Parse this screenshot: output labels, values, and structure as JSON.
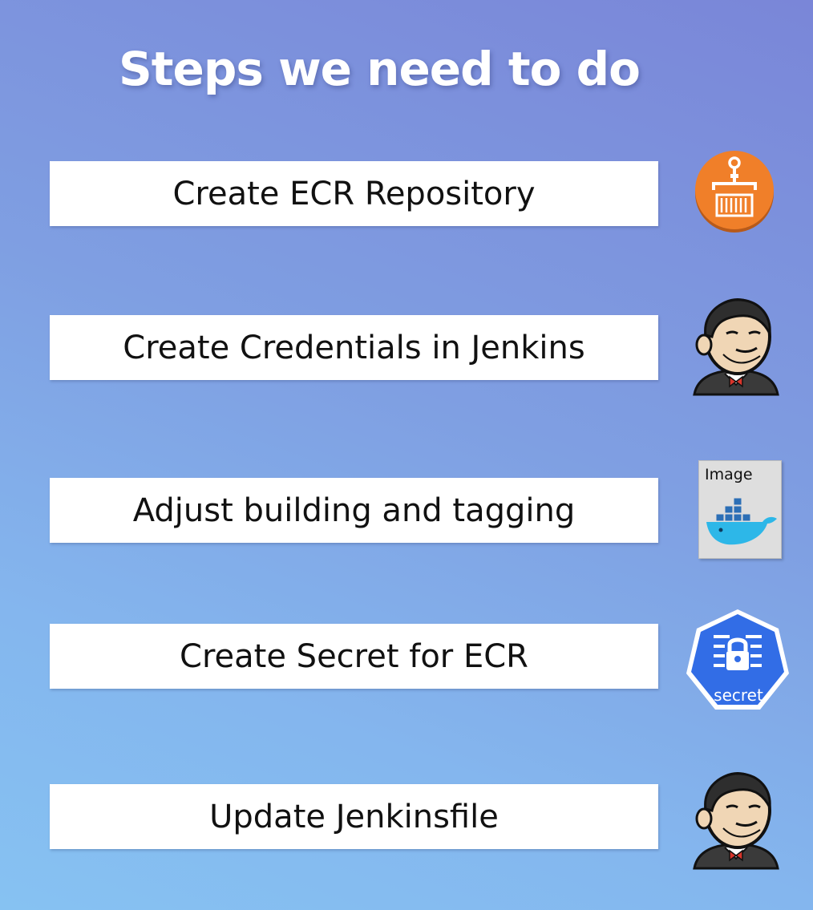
{
  "title": "Steps we need to do",
  "steps": [
    {
      "label": "Create ECR Repository",
      "icon": "ecr-repository-icon"
    },
    {
      "label": "Create Credentials in Jenkins",
      "icon": "jenkins-icon"
    },
    {
      "label": "Adjust building and tagging",
      "icon": "docker-image-icon"
    },
    {
      "label": "Create Secret for ECR",
      "icon": "kubernetes-secret-icon"
    },
    {
      "label": "Update Jenkinsfile",
      "icon": "jenkins-icon"
    }
  ],
  "image_icon_label": "Image",
  "secret_icon_label": "secret",
  "colors": {
    "ecr_orange": "#f07f29",
    "k8s_blue": "#326de6",
    "jenkins_bow": "#d9352b"
  }
}
